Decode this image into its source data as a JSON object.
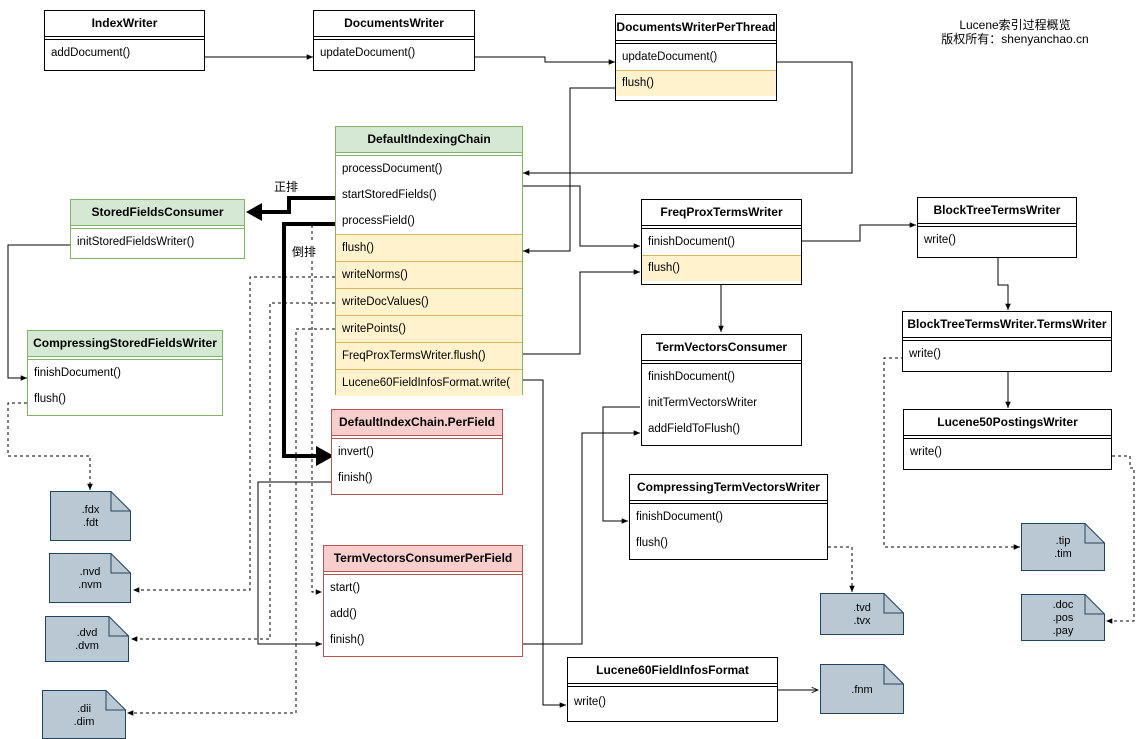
{
  "header": {
    "title": "Lucene索引过程概览",
    "copyright": "版权所有：shenyanchao.cn"
  },
  "edge_labels": {
    "forward": "正排",
    "inverted": "倒排"
  },
  "classes": {
    "index_writer": {
      "name": "IndexWriter",
      "methods": [
        "addDocument()"
      ]
    },
    "documents_writer": {
      "name": "DocumentsWriter",
      "methods": [
        "updateDocument()"
      ]
    },
    "dwpt": {
      "name": "DocumentsWriterPerThread",
      "methods": [
        "updateDocument()",
        "flush()"
      ]
    },
    "default_indexing_chain": {
      "name": "DefaultIndexingChain",
      "methods": [
        "processDocument()",
        "startStoredFields()",
        "processField()",
        "flush()",
        "writeNorms()",
        "writeDocValues()",
        "writePoints()",
        "FreqProxTermsWriter.flush()",
        "Lucene60FieldInfosFormat.write("
      ]
    },
    "stored_fields_consumer": {
      "name": "StoredFieldsConsumer",
      "methods": [
        "initStoredFieldsWriter()"
      ]
    },
    "compressing_stored_fields_writer": {
      "name": "CompressingStoredFieldsWriter",
      "methods": [
        "finishDocument()",
        "flush()"
      ]
    },
    "per_field": {
      "name": "DefaultIndexChain.PerField",
      "methods": [
        "invert()",
        "finish()"
      ]
    },
    "tv_consumer_per_field": {
      "name": "TermVectorsConsumerPerField",
      "methods": [
        "start()",
        "add()",
        "finish()"
      ]
    },
    "freq_prox_terms_writer": {
      "name": "FreqProxTermsWriter",
      "methods": [
        "finishDocument()",
        "flush()"
      ]
    },
    "term_vectors_consumer": {
      "name": "TermVectorsConsumer",
      "methods": [
        "finishDocument()",
        "initTermVectorsWriter",
        "addFieldToFlush()"
      ]
    },
    "compressing_tv_writer": {
      "name": "CompressingTermVectorsWriter",
      "methods": [
        "finishDocument()",
        "flush()"
      ]
    },
    "fieldinfos_format": {
      "name": "Lucene60FieldInfosFormat",
      "methods": [
        "write()"
      ]
    },
    "block_tree_terms_writer": {
      "name": "BlockTreeTermsWriter",
      "methods": [
        "write()"
      ]
    },
    "btw_terms_writer": {
      "name": "BlockTreeTermsWriter.TermsWriter",
      "methods": [
        "write()"
      ]
    },
    "postings_writer": {
      "name": "Lucene50PostingsWriter",
      "methods": [
        "write()"
      ]
    }
  },
  "files": {
    "fdx": [
      ".fdx",
      ".fdt"
    ],
    "nvd": [
      ".nvd",
      ".nvm"
    ],
    "dvd": [
      ".dvd",
      ".dvm"
    ],
    "dii": [
      ".dii",
      ".dim"
    ],
    "tvd": [
      ".tvd",
      ".tvx"
    ],
    "fnm": [
      ".fnm"
    ],
    "tip": [
      ".tip",
      ".tim"
    ],
    "doc": [
      ".doc",
      ".pos",
      ".pay"
    ]
  },
  "colors": {
    "green_fill": "#d5e8d4",
    "green_stroke": "#82b366",
    "red_fill": "#f8cecc",
    "red_stroke": "#b85450",
    "yellow_fill": "#fff2cc",
    "yellow_stroke": "#d6b656",
    "file_fill": "#bac8d3",
    "file_stroke": "#23445d"
  }
}
